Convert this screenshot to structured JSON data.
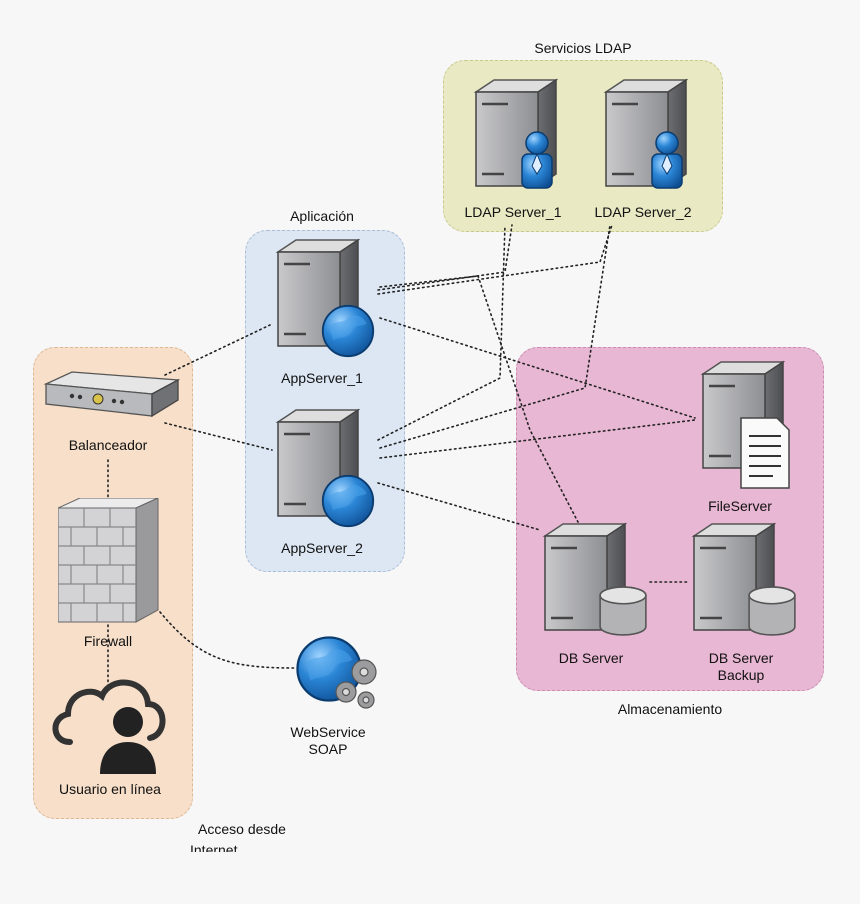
{
  "groups": {
    "ldap": "Servicios LDAP",
    "app": "Aplicación",
    "storage": "Almacenamiento",
    "access_line1": "Acceso desde",
    "access_line2": "Internet"
  },
  "nodes": {
    "ldap1": "LDAP Server_1",
    "ldap2": "LDAP Server_2",
    "app1": "AppServer_1",
    "app2": "AppServer_2",
    "balancer": "Balanceador",
    "firewall": "Firewall",
    "user": "Usuario en línea",
    "webservice_line1": "WebService",
    "webservice_line2": "SOAP",
    "fileserver": "FileServer",
    "dbserver": "DB Server",
    "dbbackup_line1": "DB Server",
    "dbbackup_line2": "Backup"
  },
  "icons": {
    "server": "server-tower-icon",
    "globe": "globe-icon",
    "user_badge": "ldap-user-icon",
    "document": "document-icon",
    "database": "database-icon",
    "wall": "firewall-icon",
    "cloud_user": "cloud-user-icon",
    "gears": "gears-icon",
    "rack": "rack-balancer-icon"
  },
  "colors": {
    "ldap_group": "#e9e9c3",
    "app_group": "#dce7f3",
    "access_group": "#f7dfc9",
    "storage_group": "#e8b7d3",
    "globe_blue": "#1f78c8"
  }
}
